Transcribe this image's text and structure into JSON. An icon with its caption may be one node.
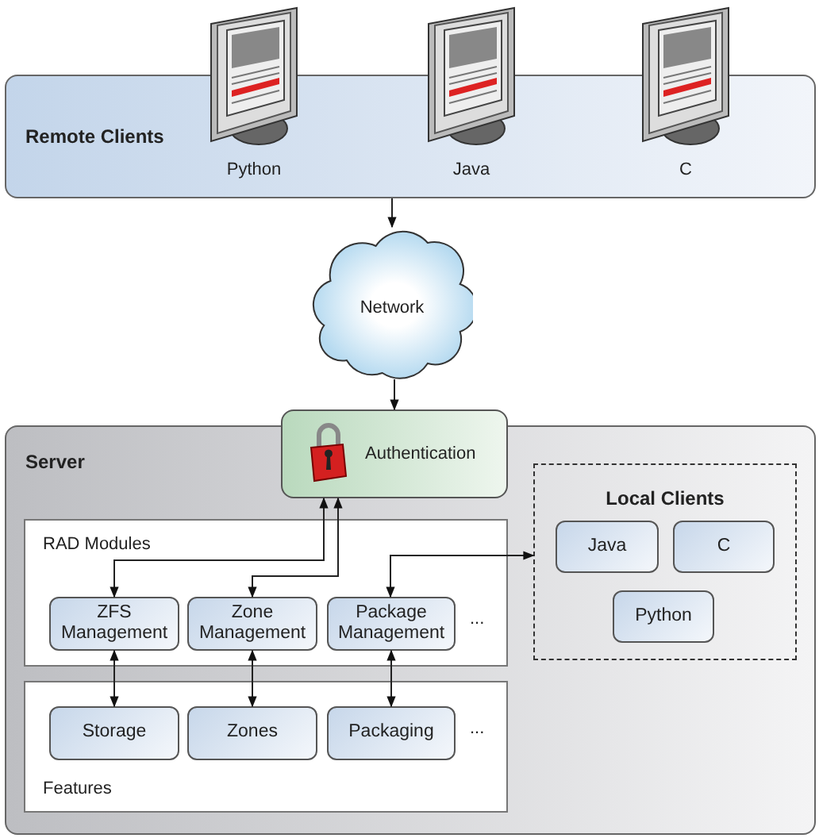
{
  "diagram": {
    "nodes": [
      {
        "text": [
          "Remote Clients"
        ]
      },
      {
        "text": [
          "Python"
        ],
        "in": 0
      },
      {
        "text": [
          "Java"
        ],
        "in": 0
      },
      {
        "text": [
          "C"
        ],
        "in": 0
      },
      {
        "text": [
          "Network"
        ]
      },
      {
        "text": [
          "Server"
        ]
      },
      {
        "text": [
          "Authentication"
        ]
      },
      {
        "text": [
          "Local Clients"
        ],
        "in": 5
      },
      {
        "text": [
          "Java"
        ],
        "in": 7
      },
      {
        "text": [
          "C"
        ],
        "in": 7
      },
      {
        "text": [
          "Python"
        ],
        "in": 7
      },
      {
        "text": [
          "RAD Modules"
        ],
        "in": 5
      },
      {
        "text": [
          "ZFS Management"
        ],
        "in": 11
      },
      {
        "text": [
          "Zone Management"
        ],
        "in": 11
      },
      {
        "text": [
          "Package Management"
        ],
        "in": 11
      },
      {
        "text": [
          "Features"
        ],
        "in": 5
      },
      {
        "text": [
          "Storage"
        ],
        "in": 15
      },
      {
        "text": [
          "Zones"
        ],
        "in": 15
      },
      {
        "text": [
          "Packaging"
        ],
        "in": 15
      }
    ],
    "edges": [
      {
        "from": 0,
        "to": 4,
        "arrow": "to"
      },
      {
        "from": 4,
        "to": 6,
        "arrow": "to"
      },
      {
        "from": 6,
        "to": 12,
        "arrow": "both"
      },
      {
        "from": 6,
        "to": 13,
        "arrow": "both"
      },
      {
        "from": 14,
        "to": 7,
        "arrow": "both"
      },
      {
        "from": 12,
        "to": 16,
        "arrow": "both"
      },
      {
        "from": 13,
        "to": 17,
        "arrow": "both"
      },
      {
        "from": 14,
        "to": 18,
        "arrow": "both"
      }
    ],
    "labels": [
      "...",
      "..."
    ]
  }
}
